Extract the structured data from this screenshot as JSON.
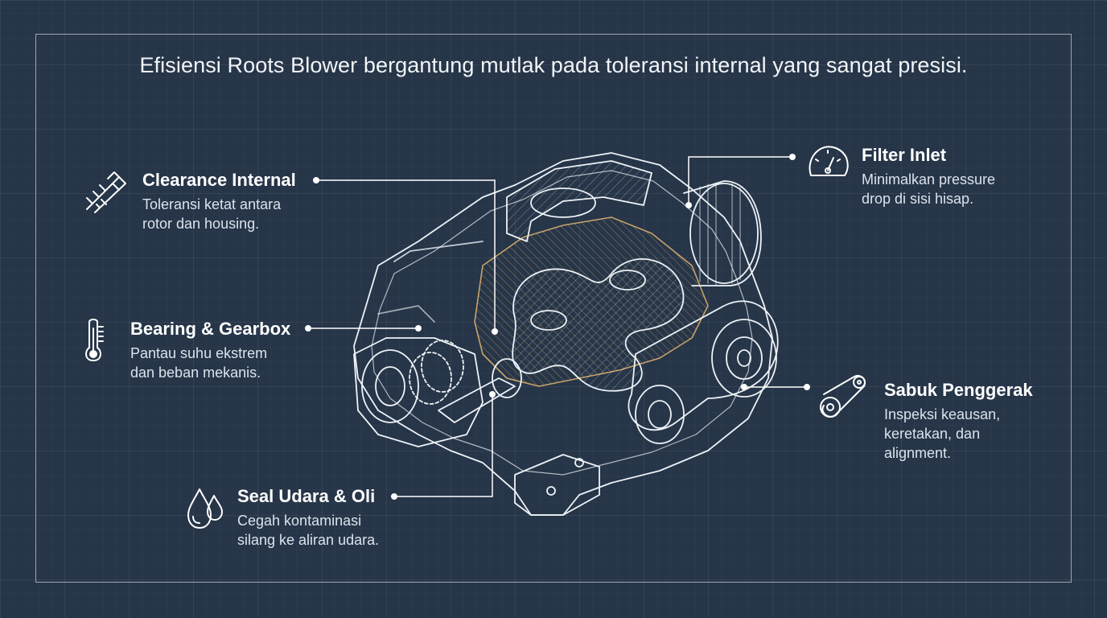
{
  "headline": "Efisiensi Roots Blower bergantung mutlak pada toleransi internal yang sangat presisi.",
  "callouts": {
    "clearance": {
      "title": "Clearance Internal",
      "desc_1": "Toleransi ketat antara",
      "desc_2": "rotor dan housing.",
      "icon": "caliper-icon"
    },
    "bearing": {
      "title": "Bearing & Gearbox",
      "desc_1": "Pantau suhu ekstrem",
      "desc_2": "dan beban mekanis.",
      "icon": "thermometer-icon"
    },
    "seal": {
      "title": "Seal Udara & Oli",
      "desc_1": "Cegah kontaminasi",
      "desc_2": "silang ke aliran udara.",
      "icon": "droplets-icon"
    },
    "filter": {
      "title": "Filter Inlet",
      "desc_1": "Minimalkan pressure",
      "desc_2": "drop di sisi hisap.",
      "icon": "gauge-icon"
    },
    "belt": {
      "title": "Sabuk Penggerak",
      "desc_1": "Inspeksi keausan,",
      "desc_2": "keretakan, dan",
      "desc_3": "alignment.",
      "icon": "belt-drive-icon"
    }
  },
  "colors": {
    "background": "#263548",
    "line": "#ffffff",
    "accent_cutaway": "#c9a36a"
  }
}
